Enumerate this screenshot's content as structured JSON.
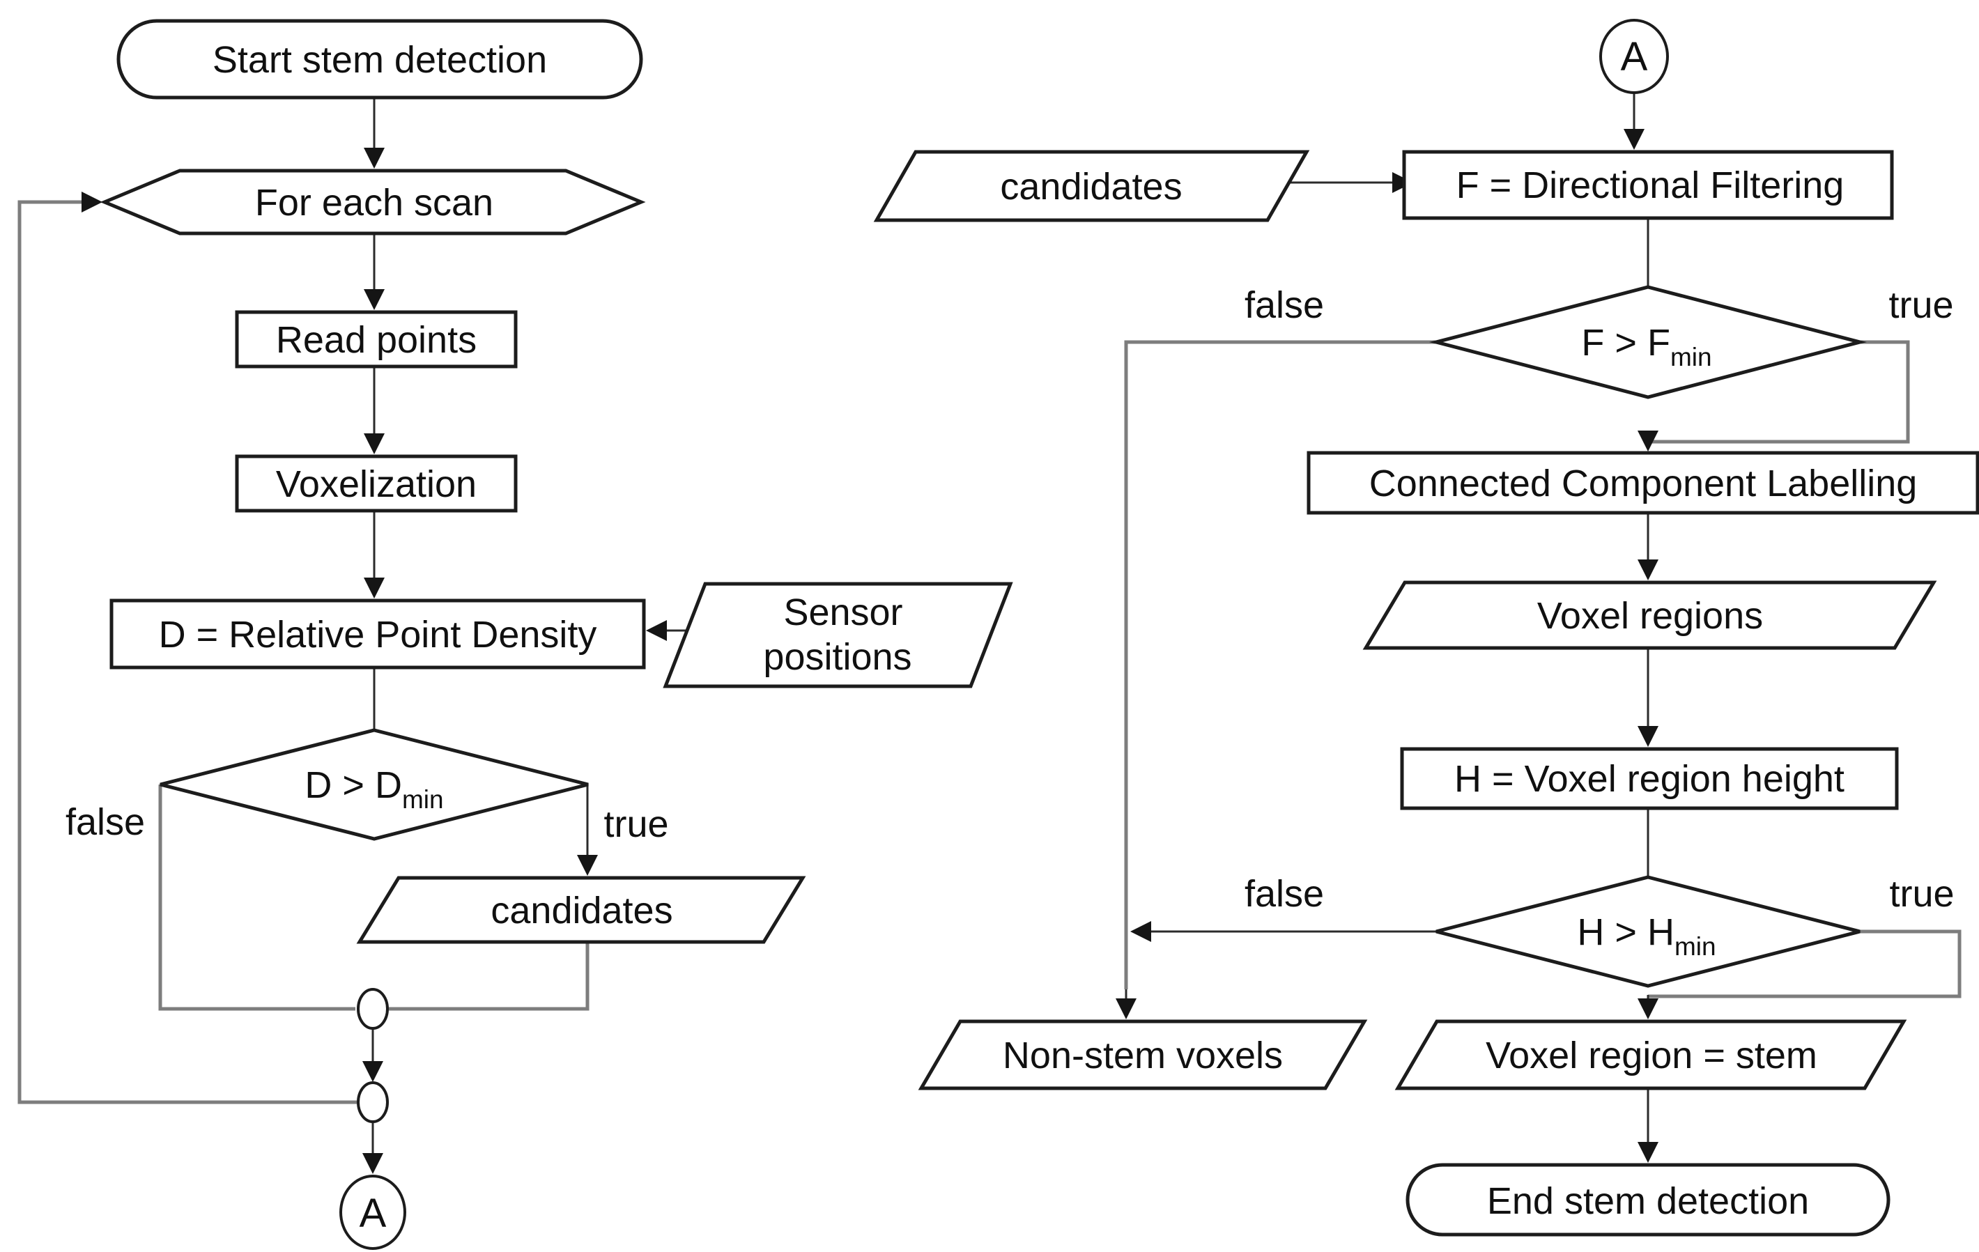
{
  "colors": {
    "background": "#ffffff",
    "shape_stroke": "#1c1c1c",
    "edge_stroke": "#2b2b2b",
    "routed_edge_stroke": "#7d7d7d",
    "text": "#101010"
  },
  "nodes": {
    "start": {
      "label": "Start stem detection"
    },
    "for_each_scan": {
      "label": "For each scan"
    },
    "read_points": {
      "label": "Read points"
    },
    "voxelization": {
      "label": "Voxelization"
    },
    "relative_point_density": {
      "label": "D = Relative Point Density"
    },
    "sensor_positions": {
      "line1": "Sensor",
      "line2": "positions"
    },
    "d_decision": {
      "label": "D > D",
      "subscript": "min"
    },
    "candidates_left": {
      "label": "candidates"
    },
    "connector_a_left": {
      "label": "A"
    },
    "connector_a_right": {
      "label": "A"
    },
    "candidates_right": {
      "label": "candidates"
    },
    "directional_filtering": {
      "label": "F = Directional Filtering"
    },
    "f_decision": {
      "label": "F > F",
      "subscript": "min"
    },
    "connected_component_labelling": {
      "label": "Connected Component Labelling"
    },
    "voxel_regions": {
      "label": "Voxel regions"
    },
    "voxel_region_height": {
      "label": "H = Voxel region height"
    },
    "h_decision": {
      "label": "H > H",
      "subscript": "min"
    },
    "non_stem_voxels": {
      "label": "Non-stem voxels"
    },
    "voxel_region_stem": {
      "label": "Voxel region = stem"
    },
    "end": {
      "label": "End stem detection"
    }
  },
  "edge_labels": {
    "d_false": "false",
    "d_true": "true",
    "f_false": "false",
    "f_true": "true",
    "h_false": "false",
    "h_true": "true"
  }
}
